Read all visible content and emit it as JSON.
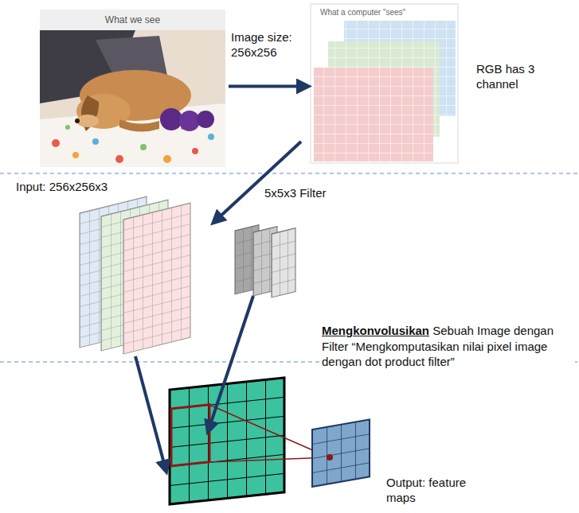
{
  "diagram": {
    "nodes": [
      {
        "text": [
          "What we see"
        ]
      },
      {
        "text": [
          "What a computer \"sees\""
        ]
      }
    ],
    "edges": [
      {
        "from": 0,
        "to": 1,
        "arrow": "to"
      }
    ],
    "labels": [
      "Image size: 256x256",
      "RGB has 3 channel",
      "Input: 256x256x3",
      "5x5x3 Filter",
      "Mengkonvolusikan",
      "Sebuah Image dengan Filter “Mengkomputasikan nilai pixel image dengan dot product filter”",
      "Output: feature maps"
    ]
  }
}
